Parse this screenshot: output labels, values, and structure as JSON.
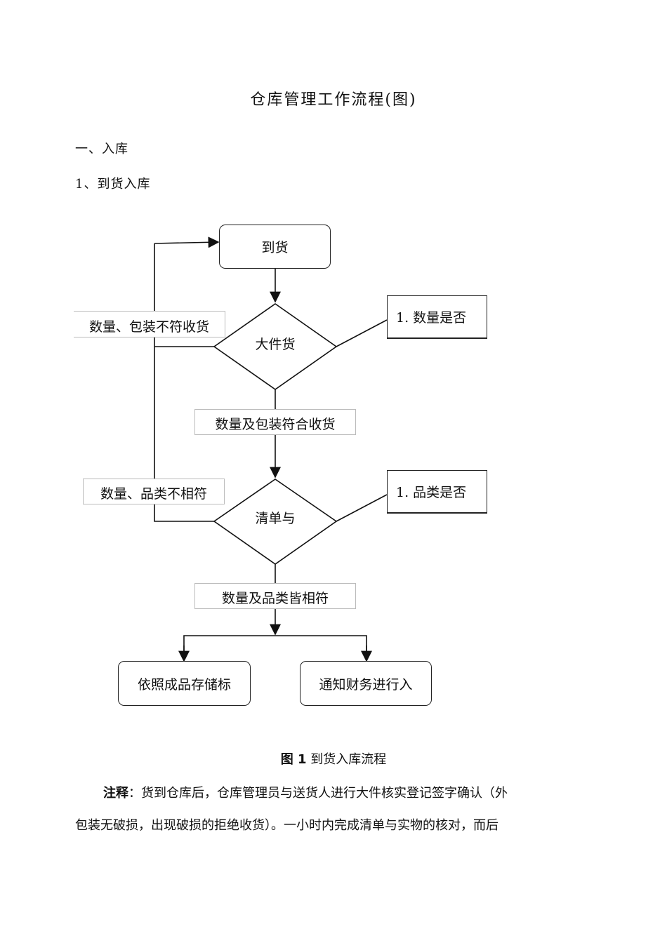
{
  "doc": {
    "title": "仓库管理工作流程(图)",
    "section": "一、入库",
    "subsection": "1、到货入库"
  },
  "flow": {
    "arrival": "到货",
    "diamond1": "大件货",
    "note1": "1. 数量是否",
    "reject1": "数量、包装不符收货",
    "pass1": "数量及包装符合收货",
    "diamond2": "清单与",
    "note2": "1. 品类是否",
    "reject2": "数量、品类不相符",
    "pass2": "数量及品类皆相符",
    "store": "依照成品存储标",
    "finance": "通知财务进行入"
  },
  "caption": {
    "label": "图 1",
    "text": "到货入库流程"
  },
  "note_para": {
    "label": "注释",
    "line1": "：货到仓库后，仓库管理员与送货人进行大件核实登记签字确认（外",
    "line2": "包装无破损，出现破损的拒绝收货）。一小时内完成清单与实物的核对，而后"
  }
}
